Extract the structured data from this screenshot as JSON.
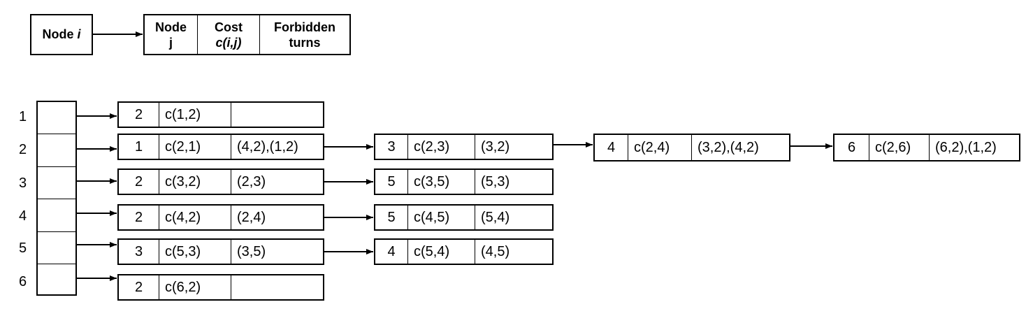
{
  "legend": {
    "node_i_label": "Node ",
    "node_i_var": "i",
    "node_j": [
      "Node",
      "j"
    ],
    "cost": [
      "Cost",
      "c(i,j)"
    ],
    "forbidden": [
      "Forbidden",
      "turns"
    ]
  },
  "nodes": [
    {
      "label": "1",
      "adjacency": [
        {
          "node": "2",
          "cost": "c(1,2)",
          "forbidden": ""
        }
      ]
    },
    {
      "label": "2",
      "adjacency": [
        {
          "node": "1",
          "cost": "c(2,1)",
          "forbidden": "(4,2),(1,2)"
        },
        {
          "node": "3",
          "cost": "c(2,3)",
          "forbidden": "(3,2)"
        },
        {
          "node": "4",
          "cost": "c(2,4)",
          "forbidden": "(3,2),(4,2)"
        },
        {
          "node": "6",
          "cost": "c(2,6)",
          "forbidden": "(6,2),(1,2)"
        }
      ]
    },
    {
      "label": "3",
      "adjacency": [
        {
          "node": "2",
          "cost": "c(3,2)",
          "forbidden": "(2,3)"
        },
        {
          "node": "5",
          "cost": "c(3,5)",
          "forbidden": "(5,3)"
        }
      ]
    },
    {
      "label": "4",
      "adjacency": [
        {
          "node": "2",
          "cost": "c(4,2)",
          "forbidden": "(2,4)"
        },
        {
          "node": "5",
          "cost": "c(4,5)",
          "forbidden": "(5,4)"
        }
      ]
    },
    {
      "label": "5",
      "adjacency": [
        {
          "node": "3",
          "cost": "c(5,3)",
          "forbidden": "(3,5)"
        },
        {
          "node": "4",
          "cost": "c(5,4)",
          "forbidden": "(4,5)"
        }
      ]
    },
    {
      "label": "6",
      "adjacency": [
        {
          "node": "2",
          "cost": "c(6,2)",
          "forbidden": ""
        }
      ]
    }
  ]
}
